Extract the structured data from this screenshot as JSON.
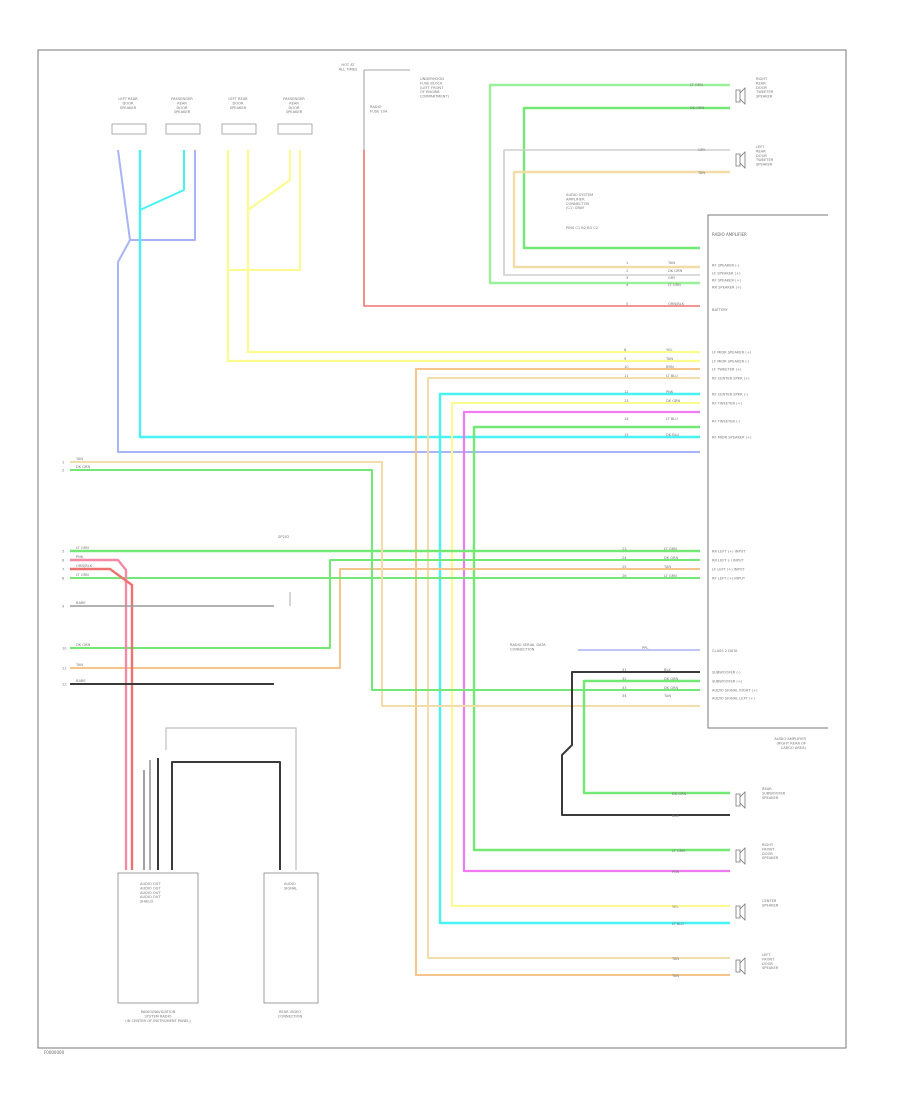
{
  "page": {
    "figure_label": "F0000000"
  },
  "colors": {
    "background": "#ffffff",
    "frame": "#7a7a7a",
    "wire_green": "#74e874",
    "wire_lightgreen": "#9cf09c",
    "wire_tan": "#f2dca8",
    "wire_yellow": "#fbfb8e",
    "wire_cyan": "#49f2f2",
    "wire_blue": "#a8b4f4",
    "wire_red": "#ee7272",
    "wire_pink": "#f58aa6",
    "wire_magenta": "#f07af0",
    "wire_gray": "#b8b8b8",
    "wire_dark": "#3a3a3a",
    "wire_orange": "#f4c48a"
  },
  "top": {
    "speakers": [
      {
        "label": "LEFT REAR\nDOOR\nSPEAKER"
      },
      {
        "label": "PASSENGER\nREAR\nDOOR\nSPEAKER"
      },
      {
        "label": "LEFT REAR\nDOOR\nSPEAKER"
      },
      {
        "label": "PASSENGER\nREAR\nDOOR\nSPEAKER"
      }
    ],
    "fuse": {
      "label": "HOT AT\nALL TIMES",
      "fuse_name": "RADIO\nFUSE 10A",
      "note": "UNDERHOOD\nFUSE BLOCK\n(LEFT FRONT\nOF ENGINE\nCOMPARTMENT)"
    },
    "splice": "SP202"
  },
  "right_speakers": [
    {
      "label": "RIGHT\nREAR\nDOOR\nTWEETER\nSPEAKER"
    },
    {
      "label": "LEFT\nREAR\nDOOR\nTWEETER\nSPEAKER"
    }
  ],
  "amplifier": {
    "title": "RADIO AMPLIFIER",
    "subtitle": "AUDIO AMPLIFIER\n(RIGHT REAR OF\nCARGO AREA)",
    "connector_label": "AUDIO SYSTEM\nAMPLIFIER\nCONNECTOR\n(C1) GRAY",
    "connector_row": "PINS   C1 B2   B3 C2",
    "pins_top": [
      {
        "wire": "TAN",
        "color_key": "wire_tan",
        "circuit": "1",
        "name": "RF SPEAKER (-)"
      },
      {
        "wire": "DK GRN",
        "color_key": "wire_green",
        "circuit": "2",
        "name": "LF SPEAKER (+)"
      },
      {
        "wire": "GRY",
        "color_key": "wire_tan",
        "circuit": "3",
        "name": "RF SPEAKER (+)"
      },
      {
        "wire": "LT GRN",
        "color_key": "wire_green",
        "circuit": "4",
        "name": "RR SPEAKER (+)"
      }
    ],
    "power_pin": {
      "wire": "ORN/BLK",
      "color_key": "wire_red",
      "circuit": "5",
      "name": "BATTERY"
    },
    "pins_mid": [
      {
        "wire": "YEL",
        "color_key": "wire_yellow",
        "circuit": "8",
        "name": "LF MIDR SPEAKER (+)"
      },
      {
        "wire": "TAN",
        "color_key": "wire_orange",
        "circuit": "9",
        "name": "LF MIDR SPEAKER (-)"
      },
      {
        "wire": "BRN",
        "color_key": "wire_tan",
        "circuit": "10",
        "name": "LF TWEETER (+)"
      },
      {
        "wire": "LT BLU",
        "color_key": "wire_cyan",
        "circuit": "11",
        "name": "RF CENTER SPKR (+)"
      },
      {
        "wire": "PNK",
        "color_key": "wire_magenta",
        "circuit": "12",
        "name": "RF CENTER SPKR (-)"
      },
      {
        "wire": "DK GRN",
        "color_key": "wire_green",
        "circuit": "13",
        "name": "RF TWEETER (+)"
      },
      {
        "wire": "LT BLU",
        "color_key": "wire_cyan",
        "circuit": "14",
        "name": "RF TWEETER (-)"
      },
      {
        "wire": "DK BLU",
        "color_key": "wire_blue",
        "circuit": "15",
        "name": "RF MIDR SPEAKER (+)"
      }
    ],
    "pins_low": [
      {
        "wire": "LT GRN",
        "color_key": "wire_green",
        "circuit": "23",
        "name": "RR LEFT (+) INPUT"
      },
      {
        "wire": "DK GRN",
        "color_key": "wire_green",
        "circuit": "24",
        "name": "RR LEFT (-) INPUT"
      },
      {
        "wire": "TAN",
        "color_key": "wire_orange",
        "circuit": "25",
        "name": "LF LEFT (+) INPUT"
      },
      {
        "wire": "LT GRN",
        "color_key": "wire_green",
        "circuit": "26",
        "name": "RF LEFT (+) INPUT"
      }
    ],
    "enable": {
      "label": "RADIO SERIAL DATA\nCONNECTION",
      "wire": "PPL",
      "name": "CLASS 2 DATA"
    },
    "pins_bottom": [
      {
        "wire": "BLK",
        "color_key": "wire_dark",
        "circuit": "31",
        "name": "SUBWOOFER (-)"
      },
      {
        "wire": "DK GRN",
        "color_key": "wire_green",
        "circuit": "32",
        "name": "SUBWOOFER (+)"
      },
      {
        "wire": "DK GRN",
        "color_key": "wire_green",
        "circuit": "33",
        "name": "AUDIO SIGNAL RIGHT (+)"
      },
      {
        "wire": "TAN",
        "color_key": "wire_orange",
        "circuit": "34",
        "name": "AUDIO SIGNAL LEFT (+)"
      }
    ]
  },
  "bottom_speakers": [
    {
      "label": "REAR\nSUBWOOFER\nSPEAKER"
    },
    {
      "label": "RIGHT\nFRONT\nDOOR\nSPEAKER"
    },
    {
      "label": "CENTER\nSPEAKER"
    },
    {
      "label": "LEFT\nFRONT\nDOOR\nSPEAKER"
    }
  ],
  "left_inputs": [
    {
      "wire": "TAN",
      "pin": "1"
    },
    {
      "wire": "DK GRN",
      "pin": "2"
    },
    {
      "wire": "LT GRN",
      "pin": "5"
    },
    {
      "wire": "PNK",
      "pin": "6"
    },
    {
      "wire": "ORN/BLK",
      "pin": "7"
    },
    {
      "wire": "LT GRN",
      "pin": "8"
    },
    {
      "wire": "BARE",
      "pin": "9"
    },
    {
      "wire": "DK GRN",
      "pin": "10"
    },
    {
      "wire": "TAN",
      "pin": "11"
    },
    {
      "wire": "BARE",
      "pin": "12"
    }
  ],
  "bottom_left": {
    "radio_label": "RADIO/NAVIGATION\nSYSTEM RADIO\n(IN CENTER OF INSTRUMENT PANEL)",
    "antenna_label": "REAR VIDEO\nCONNECTION",
    "radio_pins": "AUDIO OUT\nAUDIO OUT\nAUDIO OUT\nAUDIO OUT\nSHIELD",
    "antenna_pins": "AUDIO\nSIGNAL"
  }
}
